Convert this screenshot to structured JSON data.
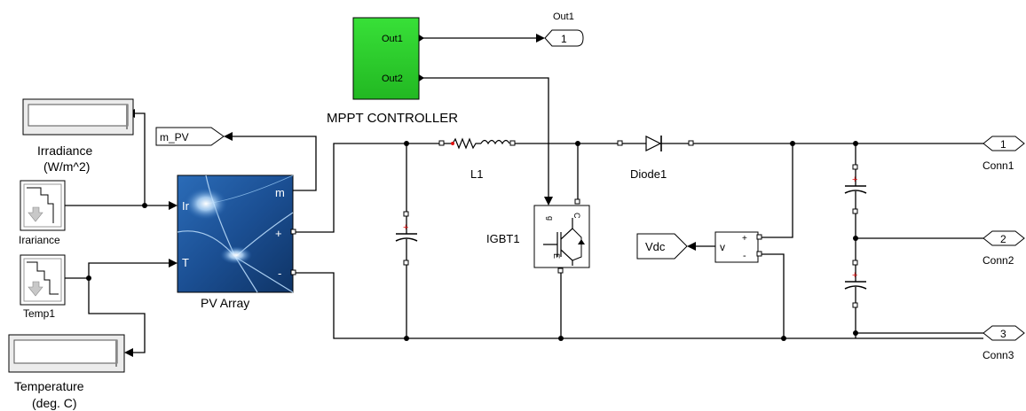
{
  "mppt": {
    "out1_port": "Out1",
    "out2_port": "Out2",
    "title": "MPPT CONTROLLER",
    "block_color": "#2fd12f"
  },
  "outport": {
    "name": "Out1",
    "number": "1"
  },
  "goto_tag": "m_PV",
  "irradiance_display": {
    "line1": "Irradiance",
    "line2": "(W/m^2)"
  },
  "irradiance_source": {
    "name": "Irariance"
  },
  "temp_source": {
    "name": "Temp1"
  },
  "temperature_display": {
    "line1": "Temperature",
    "line2": "(deg. C)"
  },
  "pv_array": {
    "name": "PV Array",
    "port_ir": "Ir",
    "port_t": "T",
    "port_m": "m",
    "port_plus": "+",
    "port_minus": "-",
    "color": "#1a4f8f"
  },
  "inductor": {
    "name": "L1"
  },
  "diode": {
    "name": "Diode1"
  },
  "igbt": {
    "name": "IGBT1",
    "port_g": "g",
    "port_c": "C",
    "port_e": "E"
  },
  "voltage_sensor": {
    "glyph": "v",
    "plus": "+",
    "minus": "-"
  },
  "vdc_goto": "Vdc",
  "connectors": [
    {
      "num": "1",
      "name": "Conn1"
    },
    {
      "num": "2",
      "name": "Conn2"
    },
    {
      "num": "3",
      "name": "Conn3"
    }
  ],
  "capacitor_sign": "+"
}
